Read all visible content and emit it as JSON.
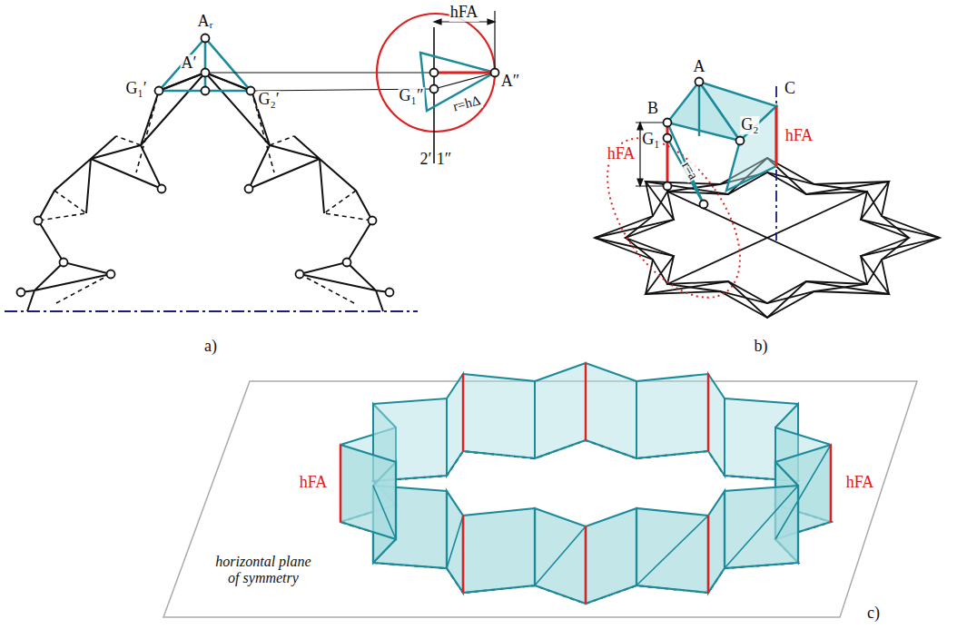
{
  "diagram": {
    "labels": [
      "Aᵣ",
      "A′",
      "G₁′",
      "G₂′",
      "hFA",
      "A″",
      "G₁″",
      "r=hΔ",
      "2′",
      "1″",
      "a)",
      "A",
      "C",
      "B",
      "G₂",
      "G₁",
      "hFA",
      "hFA",
      "r=a",
      "b)",
      "hFA",
      "hFA",
      "horizontal plane of symmetry",
      "c)"
    ]
  }
}
